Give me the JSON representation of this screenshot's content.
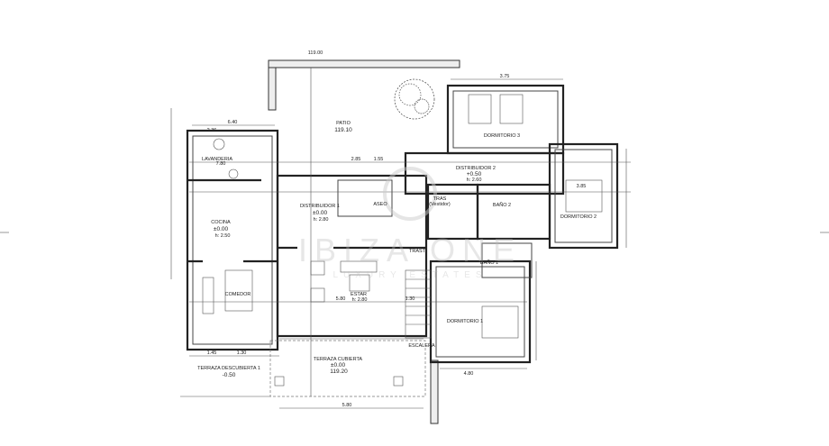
{
  "plan": {
    "top_level": "119.00",
    "rooms": {
      "patio": {
        "name": "PATIO",
        "level": "119.10"
      },
      "lavanderia": {
        "name": "LAVANDERIA"
      },
      "cocina": {
        "name": "COCINA",
        "level": "±0.00",
        "height": "h: 2.50"
      },
      "comedor": {
        "name": "COMEDOR"
      },
      "distribuidor1": {
        "name": "DISTRIBUIDOR 1",
        "level": "±0.00",
        "height": "h: 2.80"
      },
      "aseo": {
        "name": "ASEO"
      },
      "trast_vestidor": {
        "name": "TRAS",
        "sub": "(Vestidor)"
      },
      "distribuidor2": {
        "name": "DISTRIBUIDOR 2",
        "level": "+0.50",
        "height": "h: 2.60"
      },
      "bano2": {
        "name": "BAÑO 2"
      },
      "dormitorio3": {
        "name": "DORMITORIO 3"
      },
      "dormitorio2": {
        "name": "DORMITORIO 2"
      },
      "estar": {
        "name": "ESTAR",
        "height": "h: 2.80"
      },
      "trast": {
        "name": "TRAST"
      },
      "bano1": {
        "name": "BAÑO 1"
      },
      "dormitorio1": {
        "name": "DORMITORIO 1"
      },
      "escalera": {
        "name": "ESCALERA"
      },
      "terraza_descubierta": {
        "name": "TERRAZA DESCUBIERTA 1",
        "level": "-0.50"
      },
      "terraza_cubierta": {
        "name": "TERRAZA CUBIERTA",
        "level": "±0.00",
        "elev": "119.20"
      }
    },
    "dimensions": [
      "6.40",
      "2.36",
      "7.80",
      "1.55",
      "2.85",
      "5.80",
      "1.30",
      "3.75",
      "3.85",
      "4.80",
      "5.80",
      "1.45",
      "1.30"
    ]
  },
  "watermark": {
    "line1": "IBIZA ONE",
    "line2": "LUXURY ESTATES"
  }
}
